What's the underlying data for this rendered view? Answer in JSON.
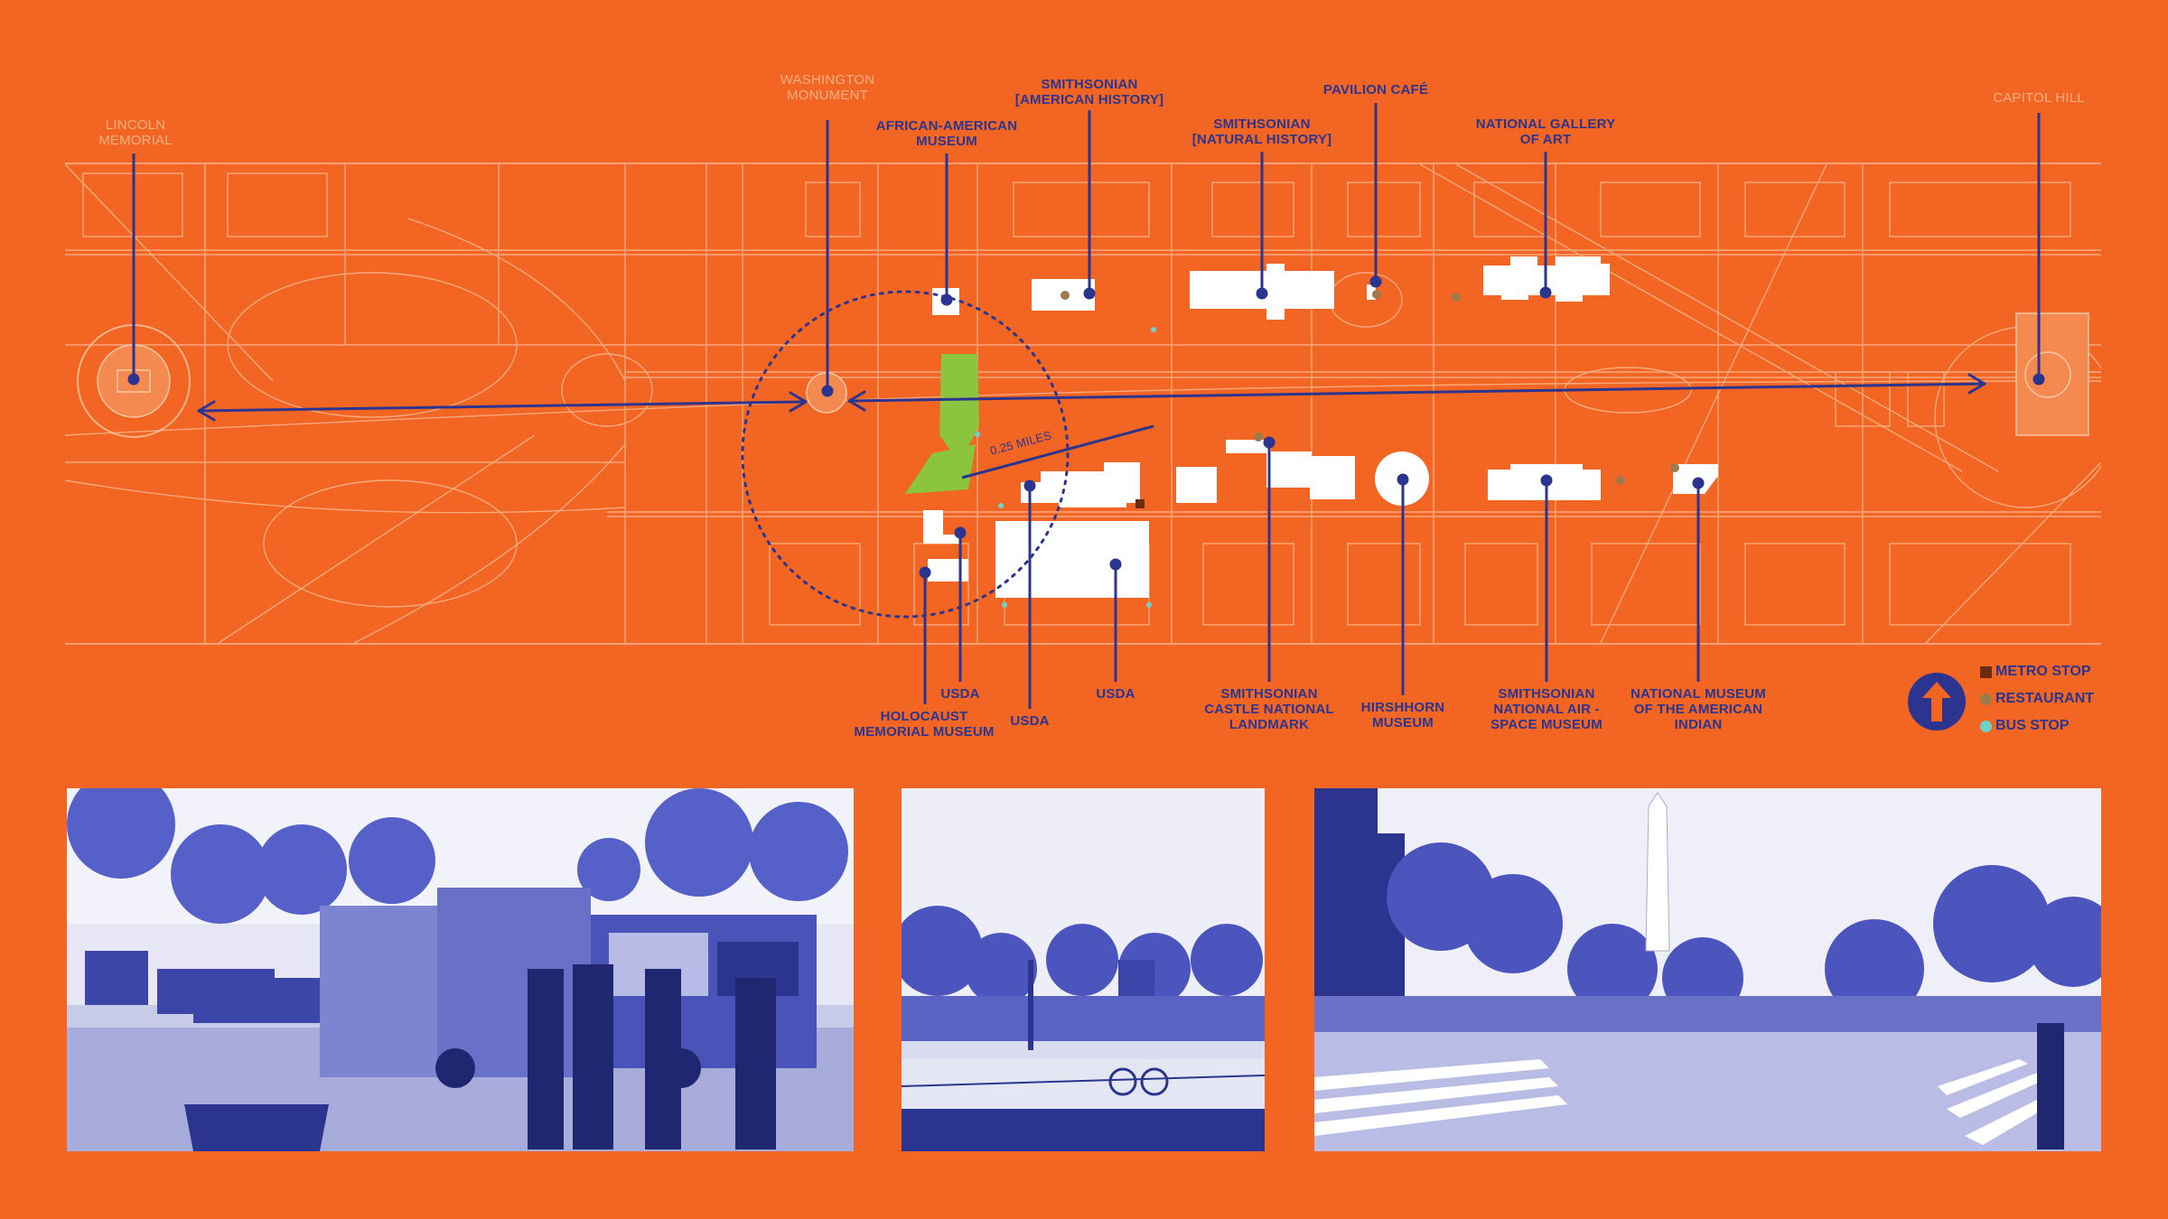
{
  "colors": {
    "background": "#f26522",
    "ink": "#2b3590",
    "muted": "#f8b084",
    "green": "#8bc53f",
    "metro": "#6b2a12",
    "restaurant": "#9c7a4b",
    "bus": "#6dd3c8"
  },
  "map": {
    "landmarks": [
      {
        "id": "lincoln",
        "label": "LINCOLN\nMEMORIAL",
        "style": "muted"
      },
      {
        "id": "washington",
        "label": "WASHINGTON\nMONUMENT",
        "style": "muted"
      },
      {
        "id": "capitol",
        "label": "CAPITOL HILL",
        "style": "muted"
      }
    ],
    "places_top": [
      {
        "id": "african-american",
        "label": "AFRICAN-AMERICAN\nMUSEUM"
      },
      {
        "id": "american-history",
        "label": "SMITHSONIAN\n[AMERICAN HISTORY]"
      },
      {
        "id": "natural-history",
        "label": "SMITHSONIAN\n[NATURAL HISTORY]"
      },
      {
        "id": "pavilion",
        "label": "PAVILION CAFÉ"
      },
      {
        "id": "gallery",
        "label": "NATIONAL GALLERY\nOF ART"
      }
    ],
    "places_bottom": [
      {
        "id": "holocaust",
        "label": "HOLOCAUST\nMEMORIAL MUSEUM"
      },
      {
        "id": "usda-1",
        "label": "USDA"
      },
      {
        "id": "usda-2",
        "label": "USDA"
      },
      {
        "id": "usda-3",
        "label": "USDA"
      },
      {
        "id": "castle",
        "label": "SMITHSONIAN\nCASTLE NATIONAL\nLANDMARK"
      },
      {
        "id": "hirshhorn",
        "label": "HIRSHHORN\nMUSEUM"
      },
      {
        "id": "air-space",
        "label": "SMITHSONIAN\nNATIONAL AIR -\nSPACE MUSEUM"
      },
      {
        "id": "american-indian",
        "label": "NATIONAL MUSEUM\nOF THE AMERICAN\nINDIAN"
      }
    ],
    "radius_label": "0.25 MILES"
  },
  "legend": {
    "items": [
      {
        "label": "METRO STOP",
        "color": "#6b2a12"
      },
      {
        "label": "RESTAURANT",
        "color": "#9c7a4b"
      },
      {
        "label": "BUS STOP",
        "color": "#6dd3c8"
      }
    ],
    "north_icon": "north-arrow-icon"
  },
  "photos": [
    {
      "id": "food-trucks",
      "icon": "food-truck-photo"
    },
    {
      "id": "park-bench",
      "icon": "park-photo"
    },
    {
      "id": "monument-street",
      "icon": "monument-street-photo"
    }
  ]
}
